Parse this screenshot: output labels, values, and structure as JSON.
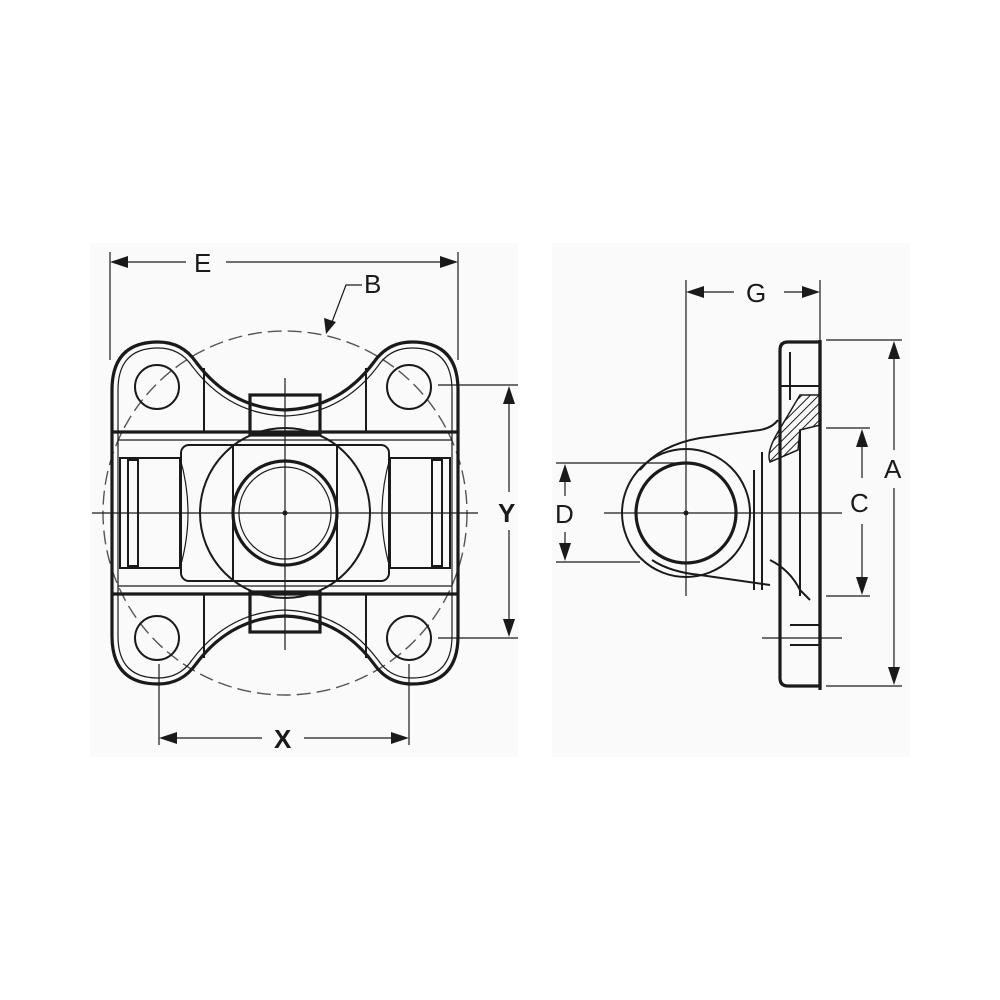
{
  "figure": {
    "type": "technical-drawing",
    "subject": "flange yoke",
    "views": [
      {
        "name": "front-view",
        "dimension_labels": {
          "overall_width": "E",
          "bolt_circle": "B",
          "bolt_spacing_vertical": "Y",
          "bolt_spacing_horizontal": "X"
        }
      },
      {
        "name": "side-view",
        "dimension_labels": {
          "overall_height": "A",
          "pilot_diameter": "C",
          "cross_hole_diameter": "D",
          "centerline_to_face": "G"
        }
      }
    ]
  },
  "labels": {
    "E": "E",
    "B": "B",
    "Y": "Y",
    "X": "X",
    "G": "G",
    "A": "A",
    "C": "C",
    "D": "D"
  },
  "colors": {
    "line": "#1a1a1a",
    "panel_bg": "#fafafa",
    "page_bg": "#ffffff"
  }
}
